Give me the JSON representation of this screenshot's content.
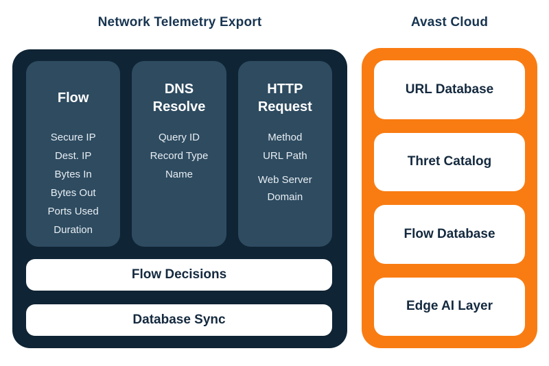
{
  "titles": {
    "telemetry": "Network Telemetry Export",
    "cloud": "Avast Cloud"
  },
  "telemetry": {
    "columns": [
      {
        "title": "Flow",
        "items": [
          "Secure IP",
          "Dest. IP",
          "Bytes In",
          "Bytes Out",
          "Ports Used",
          "Duration"
        ]
      },
      {
        "title": "DNS Resolve",
        "items": [
          "Query ID",
          "Record Type",
          "Name"
        ]
      },
      {
        "title": "HTTP Request",
        "items": [
          "Method",
          "URL Path",
          "Web Server Domain"
        ]
      }
    ],
    "bars": [
      "Flow Decisions",
      "Database Sync"
    ]
  },
  "cloud": {
    "boxes": [
      "URL Database",
      "Thret Catalog",
      "Flow Database",
      "Edge AI Layer"
    ]
  },
  "colors": {
    "panel_navy": "#0f2434",
    "column_slate": "#2e4b60",
    "cloud_orange": "#f97c12",
    "heading_navy": "#173450",
    "label_navy": "#14293e",
    "item_light": "#e8eef3",
    "background": "#ffffff"
  }
}
